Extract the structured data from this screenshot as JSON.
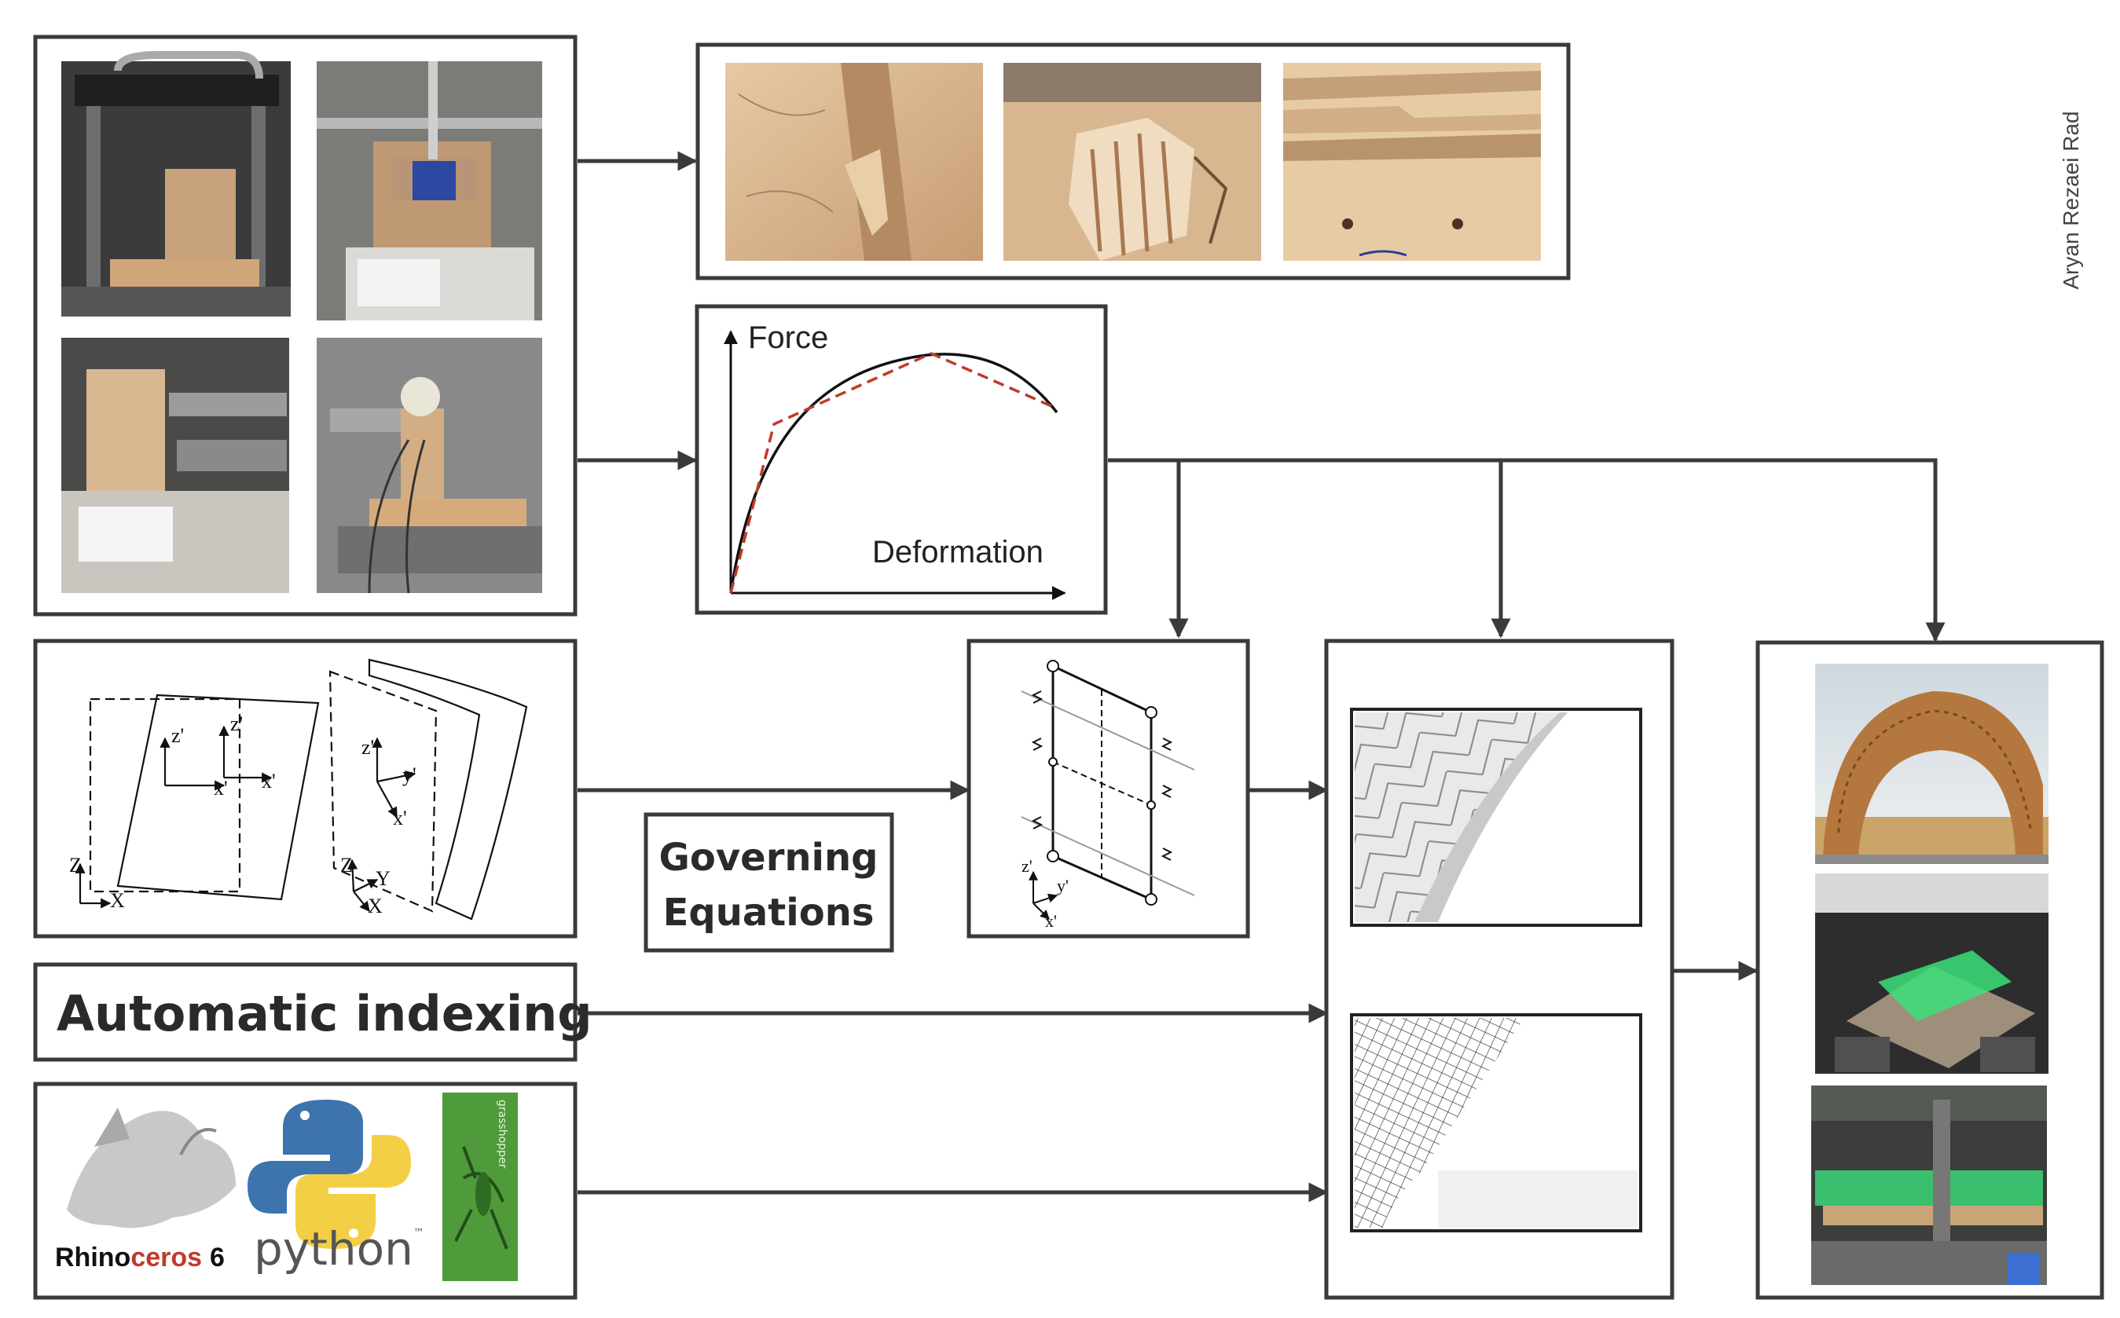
{
  "author": "Aryan Rezaei Rad",
  "graph": {
    "y_label": "Force",
    "x_label": "Deformation"
  },
  "governing_equations": [
    "Governing",
    "Equations"
  ],
  "automatic_indexing": "Automatic indexing",
  "axes_labels": {
    "local_z": "z'",
    "local_x": "x'",
    "local_y": "y'",
    "global_z": "Z",
    "global_x": "X",
    "global_y": "Y"
  },
  "logos": {
    "rhino_a": "Rhino",
    "rhino_b": "ceros",
    "rhino_version": "6",
    "python": "python",
    "python_tm": "™",
    "grasshopper": "grasshopper"
  },
  "colors": {
    "frame": "#3a3a3a",
    "wood": "#c9a07a",
    "green_glow": "#39e07a",
    "dashed_red": "#c0392b"
  }
}
